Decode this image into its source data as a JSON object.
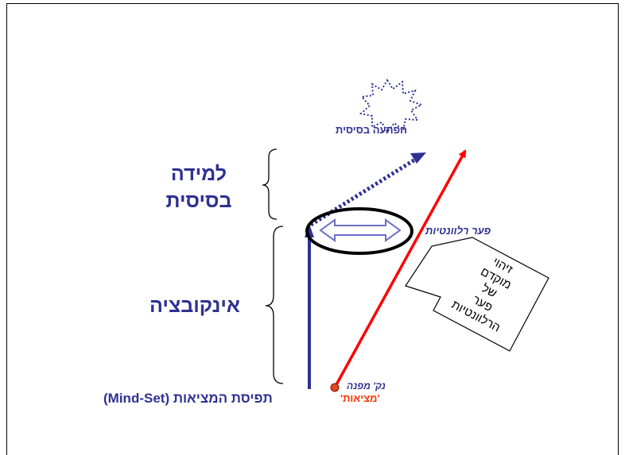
{
  "labels": {
    "learning_line1": "למידה",
    "learning_line2": "בסיסית",
    "incubation": "אינקובציה",
    "mindset": "תפיסת המציאות (Mind-Set)",
    "basic_surprise": "הפתעה בסיסית",
    "relevance_gap": "פער רלוונטיות",
    "turning_point": "נק' מפנה",
    "reality": "'מציאות'",
    "callout_lines": [
      "זיהוי",
      "מוקדם",
      "של",
      "פער",
      "הרלוונטיות"
    ]
  },
  "colors": {
    "blue": "#2e3192",
    "red": "#ff0000",
    "orange_text": "#ff3300",
    "dot": "#e2471f",
    "arrow_light": "#6a6fc4"
  }
}
